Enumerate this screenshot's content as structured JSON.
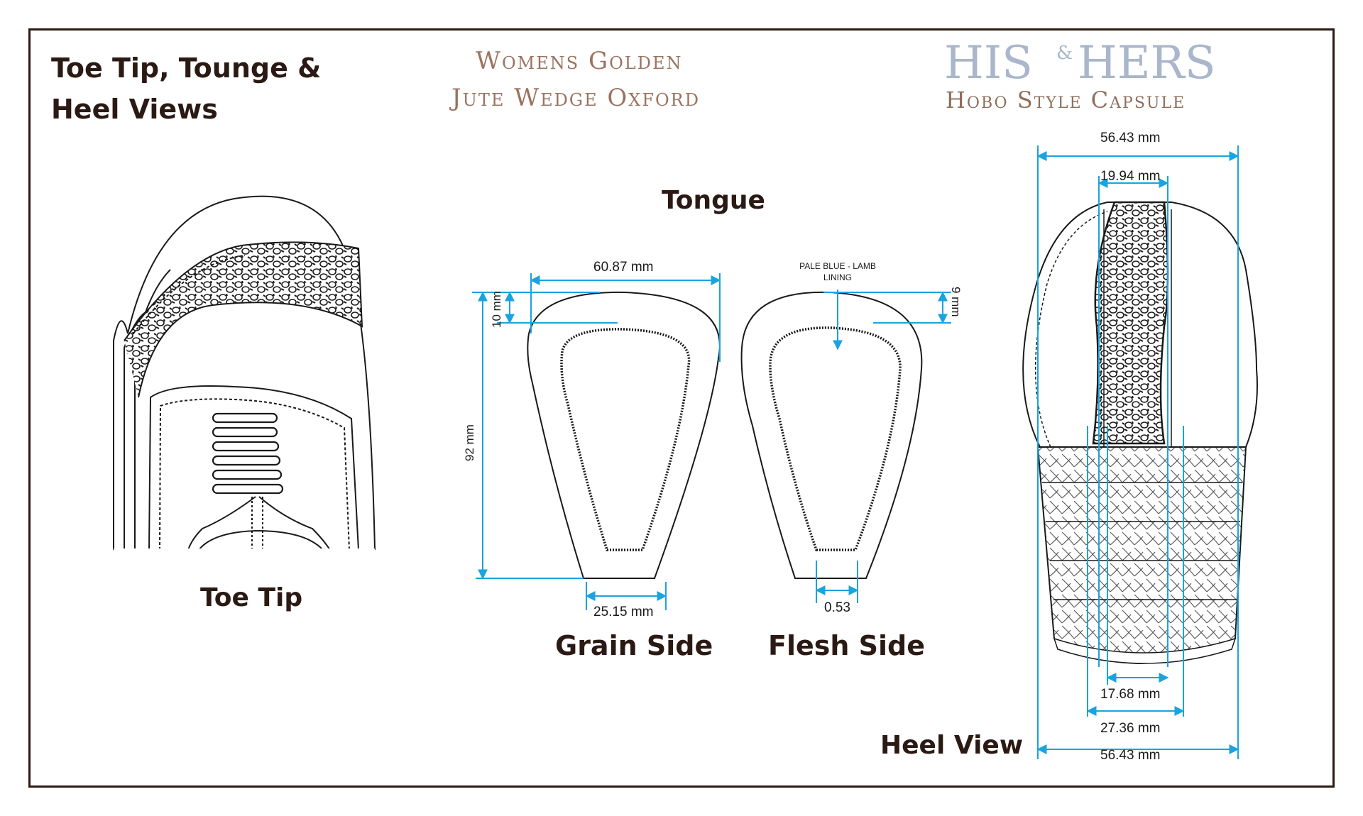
{
  "section_title": {
    "line1": "Toe Tip, Tounge &",
    "line2": "Heel Views"
  },
  "product_title": {
    "line1": "Womens Golden",
    "line2": "Jute Wedge Oxford"
  },
  "brand": {
    "name_his": "HIS",
    "ampersand": "&",
    "name_hers": "HERS",
    "subtitle": "Hobo Style Capsule"
  },
  "labels": {
    "toe_tip": "Toe Tip",
    "tongue": "Tongue",
    "grain_side": "Grain Side",
    "flesh_side": "Flesh Side",
    "heel_view": "Heel View"
  },
  "tongue_dimensions": {
    "width": "60.87 mm",
    "top_offset": "10 mm",
    "height": "92 mm",
    "bottom_width": "25.15 mm",
    "lining_note_line1": "PALE BLUE - LAMB",
    "lining_note_line2": "LINING",
    "flesh_top_offset": "9 mm",
    "flesh_bottom": "0.53"
  },
  "heel_dimensions": {
    "top_width": "56.43 mm",
    "top_inner": "19.94 mm",
    "bottom_inner_small": "17.68 mm",
    "bottom_inner_large": "27.36 mm",
    "bottom_width": "56.43 mm"
  },
  "colors": {
    "frame": "#2b1a14",
    "heading": "#2b1a14",
    "title": "#9a7461",
    "brand": "#a9b6cb",
    "dimension_line": "#1aa3e0",
    "outline": "#1a1a1a"
  }
}
